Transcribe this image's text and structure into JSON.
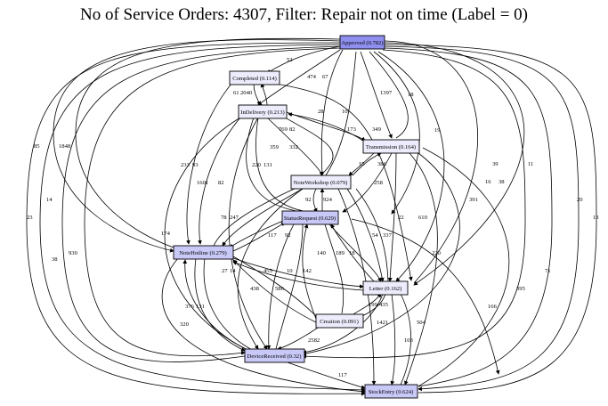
{
  "title": "No of Service Orders: 4307, Filter: Repair not on time (Label = 0)",
  "colors": {
    "node_dark": "#8f8fef",
    "node_medium": "#c9c9f8",
    "node_light": "#ececfd",
    "edge": "#000000"
  },
  "nodes": [
    {
      "id": "approved",
      "label": "Approved (0.782)",
      "shade": "dark"
    },
    {
      "id": "completed",
      "label": "Completed (0.114)",
      "shade": "light"
    },
    {
      "id": "indelivery",
      "label": "InDelivery (0.213)",
      "shade": "light"
    },
    {
      "id": "transmission",
      "label": "Transmission (0.164)",
      "shade": "light"
    },
    {
      "id": "noteworkshop",
      "label": "NoteWorkshop (0.079)",
      "shade": "light"
    },
    {
      "id": "statusrequest",
      "label": "StatusRequest (0.629)",
      "shade": "medium"
    },
    {
      "id": "notehotline",
      "label": "NoteHotline (0.279)",
      "shade": "medium"
    },
    {
      "id": "letter",
      "label": "Letter (0.162)",
      "shade": "light"
    },
    {
      "id": "creation",
      "label": "Creation (0.091)",
      "shade": "light"
    },
    {
      "id": "devicereceived",
      "label": "DeviceReceived (0.32)",
      "shade": "medium"
    },
    {
      "id": "stockentry",
      "label": "StockEntry (0.624)",
      "shade": "medium"
    }
  ],
  "edge_labels": [
    "52",
    "474",
    "67",
    "1397",
    "18",
    "19",
    "39",
    "11",
    "20",
    "13",
    "85",
    "1848",
    "14",
    "23",
    "38",
    "930",
    "61",
    "2040",
    "769",
    "82",
    "28",
    "10",
    "173",
    "349",
    "38",
    "16",
    "391",
    "359",
    "332",
    "220",
    "131",
    "82",
    "15",
    "386",
    "258",
    "92",
    "1601",
    "233",
    "93",
    "247",
    "78",
    "117",
    "92",
    "924",
    "140",
    "189",
    "18",
    "22",
    "337",
    "54",
    "610",
    "220",
    "71",
    "395",
    "166",
    "174",
    "27",
    "14",
    "142",
    "455",
    "10",
    "586",
    "438",
    "435",
    "199",
    "1421",
    "504",
    "103",
    "376",
    "131",
    "320",
    "2582",
    "117"
  ]
}
